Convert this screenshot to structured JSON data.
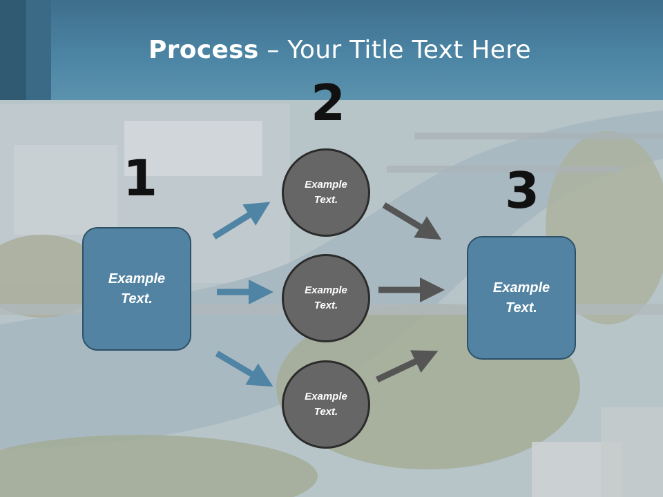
{
  "slide": {
    "title_bold": "Process",
    "title_rest": " – Your Title Text Here"
  },
  "steps": {
    "num1": "1",
    "num2": "2",
    "num3": "3"
  },
  "boxes": {
    "left": "Example\nText.",
    "right": "Example\nText."
  },
  "circles": [
    "Example\nText.",
    "Example\nText.",
    "Example\nText."
  ],
  "colors": {
    "header": "#4d86a5",
    "box_fill": "#5283a3",
    "circle_fill": "#666666",
    "blue_arrow": "#4f84a4",
    "gray_arrow": "#555555"
  }
}
